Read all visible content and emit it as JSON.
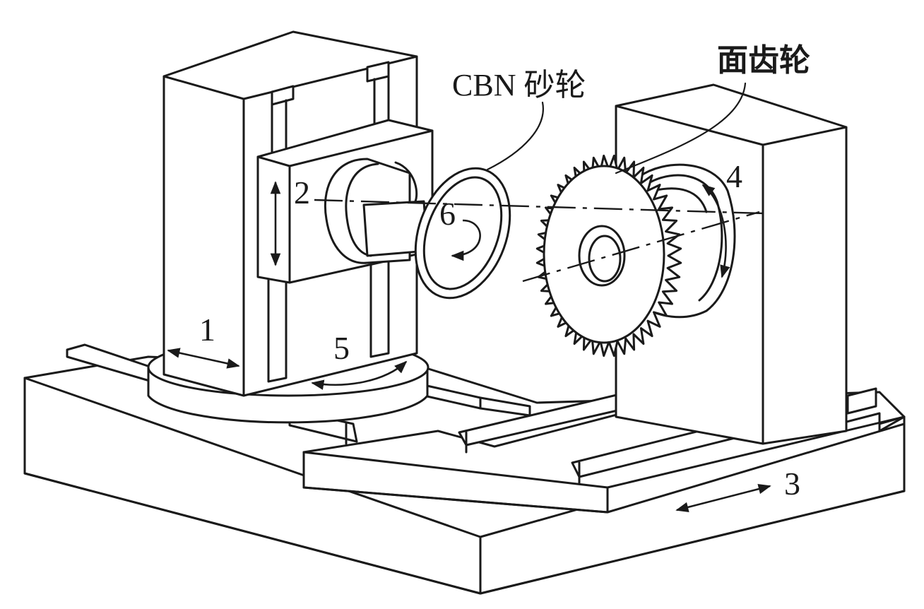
{
  "labels": {
    "cbn_wheel": "CBN 砂轮",
    "face_gear": "面齿轮"
  },
  "axis_numbers": {
    "n1": "1",
    "n2": "2",
    "n3": "3",
    "n4": "4",
    "n5": "5",
    "n6": "6"
  }
}
